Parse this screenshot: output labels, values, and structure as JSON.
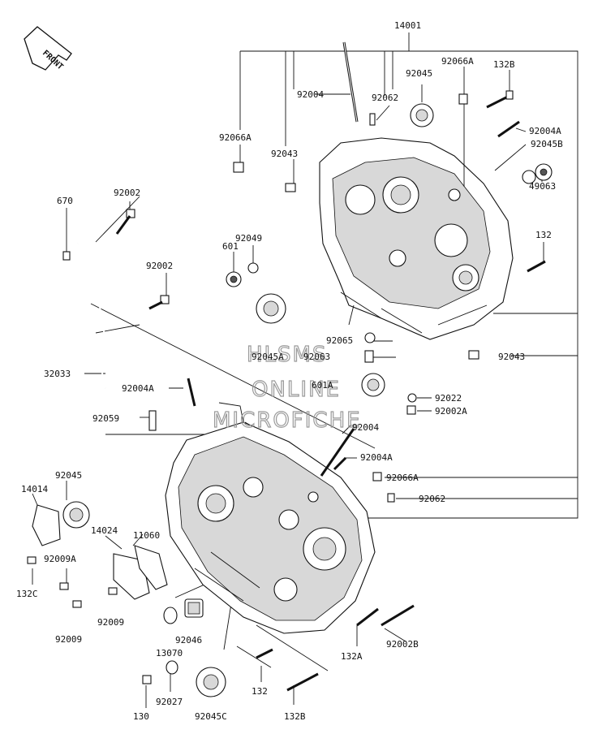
{
  "front_marker": "FRONT",
  "watermark": [
    "HLSMS",
    "ONLINE",
    "MICROFICHE"
  ],
  "callouts": {
    "c14001": "14001",
    "c92066A_top": "92066A",
    "c132B_top": "132B",
    "c92045_top": "92045",
    "c92004_top": "92004",
    "c92062_top": "92062",
    "c92004A_right": "92004A",
    "c92045B": "92045B",
    "c92066A_left": "92066A",
    "c92043_top": "92043",
    "c49063": "49063",
    "c92002_a": "92002",
    "c670": "670",
    "c92049": "92049",
    "c601": "601",
    "c132_right": "132",
    "c92002_b": "92002",
    "c92065": "92065",
    "c92045A": "92045A",
    "c92063": "92063",
    "c92043_right": "92043",
    "c32033": "32033",
    "c92004A_mid": "92004A",
    "c601A": "601A",
    "c92022": "92022",
    "c92002A": "92002A",
    "c92059": "92059",
    "c92004_mid": "92004",
    "c92004A_low": "92004A",
    "c92066A_low": "92066A",
    "c92045_left": "92045",
    "c14014": "14014",
    "c92062_low": "92062",
    "c14024": "14024",
    "c11060": "11060",
    "c92009A": "92009A",
    "c132C": "132C",
    "c92009_a": "92009",
    "c92009_b": "92009",
    "c92046": "92046",
    "c13070": "13070",
    "c132A": "132A",
    "c92002B": "92002B",
    "c132_low": "132",
    "c130": "130",
    "c92027": "92027",
    "c92045C": "92045C",
    "c132B_low": "132B"
  }
}
